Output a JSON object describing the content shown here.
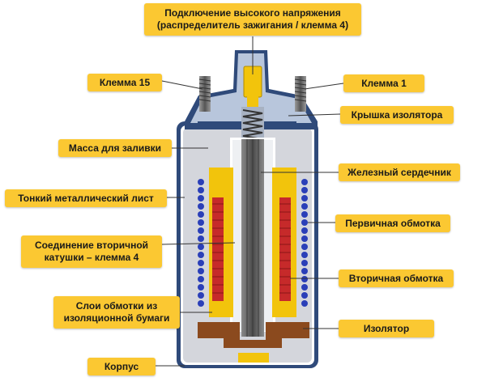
{
  "labels": {
    "hv_connection": "Подключение высокого напряжения\n(распределитель зажигания / клемма 4)",
    "terminal_15": "Клемма 15",
    "terminal_1": "Клемма 1",
    "insulator_cap": "Крышка изолятора",
    "potting_compound": "Масса для заливки",
    "iron_core": "Железный сердечник",
    "thin_metal_sheet": "Тонкий металлический лист",
    "primary_winding": "Первичная обмотка",
    "secondary_connection": "Соединение вторичной\nкатушки – клемма 4",
    "secondary_winding": "Вторичная обмотка",
    "paper_layers": "Слои обмотки из\nизоляционной бумаги",
    "insulator": "Изолятор",
    "housing": "Корпус"
  },
  "colors": {
    "label_bg": "#fbc832",
    "housing": "#2f4a7a",
    "potting": "#d4d6dc",
    "yellow_parts": "#f2c40c",
    "winding_red": "#c62a2a",
    "winding_blue": "#2a3fb8",
    "insulator_brown": "#8b4a1e",
    "core": "#5c5c5c"
  }
}
